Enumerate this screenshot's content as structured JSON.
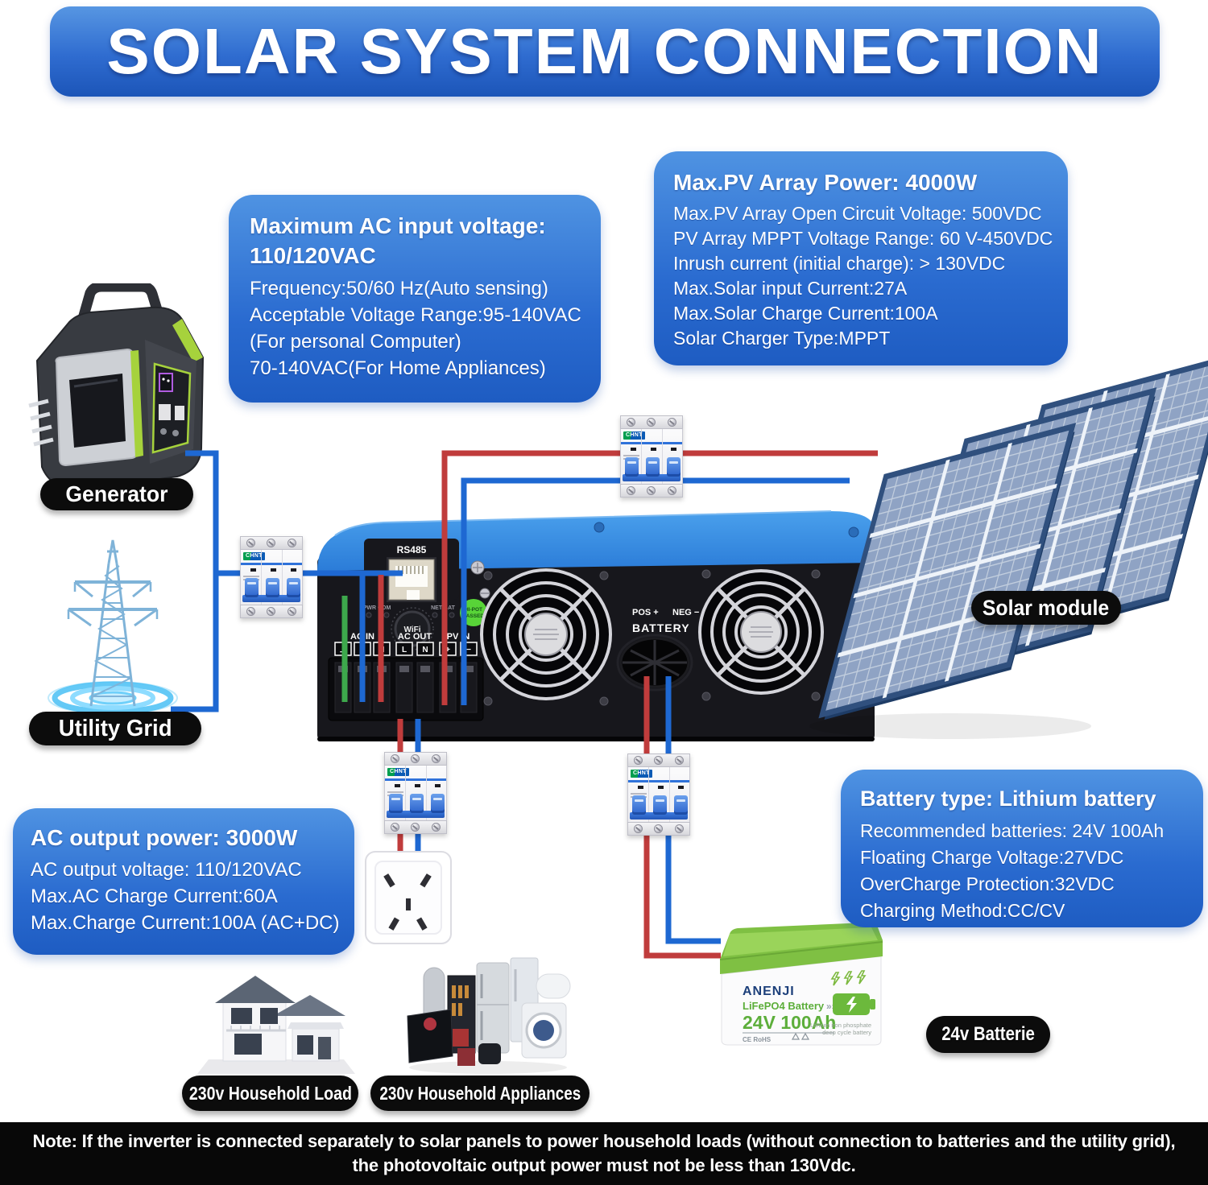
{
  "title": "SOLAR SYSTEM CONNECTION",
  "info_boxes": {
    "ac_input": {
      "title": "Maximum AC input voltage:",
      "title2": "110/120VAC",
      "lines": [
        "Frequency:50/60 Hz(Auto sensing)",
        "Acceptable Voltage Range:95-140VAC",
        "(For personal Computer)",
        "70-140VAC(For Home Appliances)"
      ]
    },
    "pv_array": {
      "title": "Max.PV Array Power: 4000W",
      "lines": [
        "Max.PV Array Open Circuit Voltage: 500VDC",
        "PV Array MPPT Voltage Range: 60 V-450VDC",
        "Inrush current (initial charge): > 130VDC",
        "Max.Solar input Current:27A",
        "Max.Solar Charge Current:100A",
        "Solar Charger Type:MPPT"
      ]
    },
    "ac_output": {
      "title": "AC output power: 3000W",
      "lines": [
        "AC output voltage: 110/120VAC",
        "Max.AC Charge Current:60A",
        "Max.Charge Current:100A (AC+DC)"
      ]
    },
    "battery": {
      "title": "Battery type: Lithium battery",
      "lines": [
        "Recommended batteries: 24V 100Ah",
        "Floating Charge Voltage:27VDC",
        "OverCharge Protection:32VDC",
        "Charging Method:CC/CV"
      ]
    }
  },
  "labels": {
    "generator": "Generator",
    "utility_grid": "Utility Grid",
    "solar_module": "Solar module",
    "battery": "24v Batterie",
    "household_load": "230v Household Load",
    "household_appliances": "230v Household Appliances"
  },
  "inverter": {
    "rs485": "RS485",
    "wifi": "WiFi",
    "hipot1": "HI-POT",
    "hipot2": "PASSED",
    "leds_left": "PWR COM",
    "leds_right": "NET BAT",
    "ac_in": "AC IN",
    "ac_out": "AC OUT",
    "pv_in": "PV IN",
    "terminals": [
      "⊥",
      "L",
      "N",
      "L",
      "N",
      "+",
      "−"
    ],
    "pos": "POS +",
    "neg": "NEG −",
    "battery": "BATTERY"
  },
  "breaker_brand": "CHNT",
  "battery_unit": {
    "brand": "ANENJI",
    "product": "LiFePO4 Battery",
    "chevrons": "»»»",
    "spec": "24V 100Ah",
    "cert": "CE    RoHS",
    "desc1": "Lithium iron phosphate",
    "desc2": "deep cycle battery"
  },
  "note_line1": "Note: If the inverter is connected separately to solar panels to power household loads (without connection to batteries and the utility grid),",
  "note_line2": "the photovoltaic output power must not be less than 130Vdc.",
  "colors": {
    "accent_blue": "#2a68cc",
    "wire_red": "#c03c3c",
    "wire_blue": "#1e68d2",
    "wire_green": "#3da84c",
    "battery_green": "#7cb93e",
    "label_black": "#0c0c0c"
  }
}
